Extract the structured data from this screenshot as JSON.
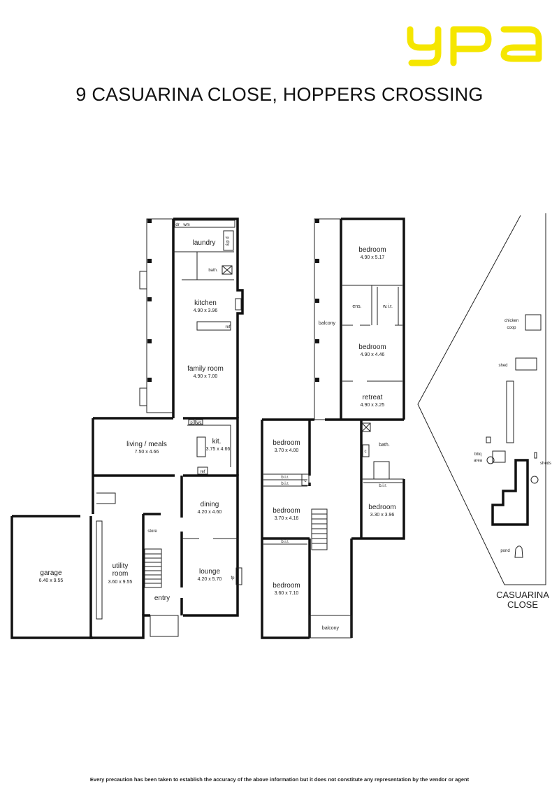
{
  "brand": {
    "logo_text": "ypa",
    "color": "#f5e600"
  },
  "title": "9 CASUARINA CLOSE, HOPPERS CROSSING",
  "ground_floor": {
    "rooms": [
      {
        "name": "laundry",
        "dims": ""
      },
      {
        "name": "bath.",
        "dims": ""
      },
      {
        "name": "kitchen",
        "dims": "4.90 x 3.96"
      },
      {
        "name": "family room",
        "dims": "4.90 x 7.00"
      },
      {
        "name": "living / meals",
        "dims": "7.50 x 4.66"
      },
      {
        "name": "kit.",
        "dims": "3.75 x 4.66"
      },
      {
        "name": "dining",
        "dims": "4.20 x 4.60"
      },
      {
        "name": "lounge",
        "dims": "4.20 x 5.70"
      },
      {
        "name": "garage",
        "dims": "6.40 x 9.55"
      },
      {
        "name": "utility room",
        "dims": "3.60 x 9.55"
      },
      {
        "name": "entry",
        "dims": ""
      },
      {
        "name": "store",
        "dims": ""
      }
    ],
    "fixtures": {
      "dr": "dr",
      "wm": "wm",
      "pdry": "p dry",
      "ref": "ref",
      "p": "p",
      "wc": "wc",
      "fp": "fp"
    }
  },
  "first_floor": {
    "rooms": [
      {
        "name": "bedroom",
        "dims": "4.90 x 5.17"
      },
      {
        "name": "ens.",
        "dims": ""
      },
      {
        "name": "w.i.r.",
        "dims": ""
      },
      {
        "name": "balcony",
        "dims": ""
      },
      {
        "name": "bedroom",
        "dims": "4.90 x 4.46"
      },
      {
        "name": "retreat",
        "dims": "4.90 x 3.25"
      },
      {
        "name": "bedroom",
        "dims": "3.70 x 4.00"
      },
      {
        "name": "bath.",
        "dims": ""
      },
      {
        "name": "bedroom",
        "dims": "3.70 x 4.16"
      },
      {
        "name": "bedroom",
        "dims": "3.30 x 3.96"
      },
      {
        "name": "bedroom",
        "dims": "3.60 x 7.10"
      },
      {
        "name": "balcony",
        "dims": ""
      }
    ],
    "fixtures": {
      "bir": "b.i.r.",
      "c": "c"
    }
  },
  "site": {
    "labels": [
      "chicken",
      "coop",
      "shed",
      "bbq",
      "area",
      "sheds",
      "pond"
    ],
    "street": [
      "CASUARINA",
      "CLOSE"
    ]
  },
  "footer": "Every precaution has been taken to establish the accuracy of the above information but it does not constitute any representation by the vendor or agent"
}
